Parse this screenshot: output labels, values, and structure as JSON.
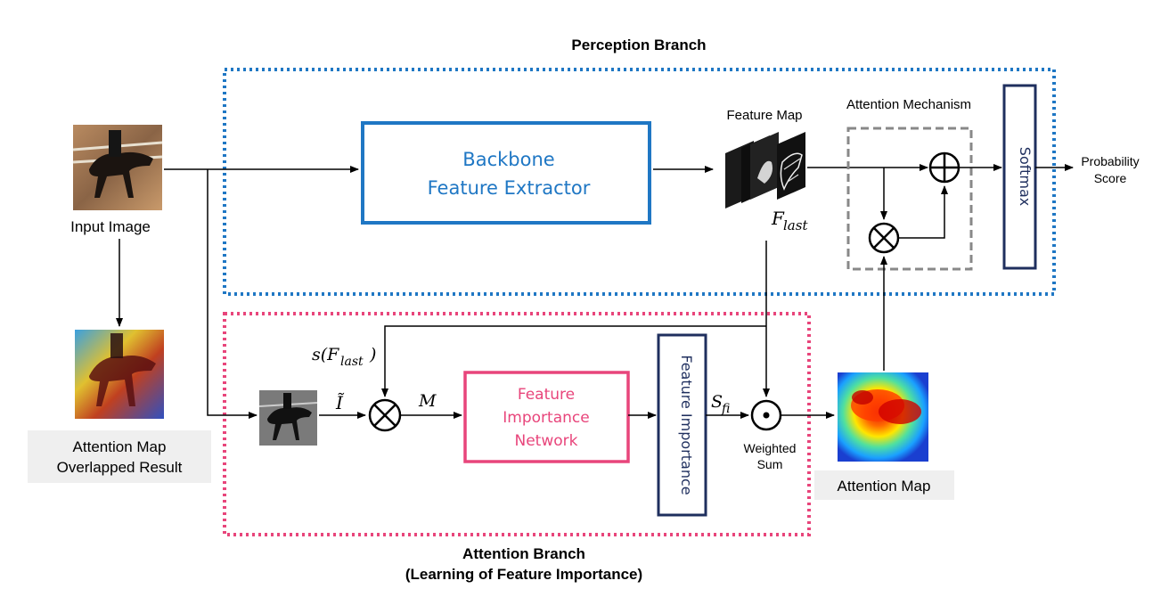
{
  "perception_branch": {
    "title": "Perception Branch",
    "backbone_line1": "Backbone",
    "backbone_line2": "Feature Extractor",
    "feature_map_label": "Feature Map",
    "f_last_main": "F",
    "f_last_sub": "last",
    "attention_mechanism_label": "Attention Mechanism",
    "softmax_label": "Softmax",
    "output_line1": "Probability",
    "output_line2": "Score"
  },
  "input": {
    "label": "Input Image",
    "overlap_line1": "Attention Map",
    "overlap_line2": "Overlapped Result"
  },
  "attention_branch": {
    "title_line1": "Attention Branch",
    "title_line2": "(Learning of Feature Importance)",
    "s_f_last_prefix": "s(F",
    "s_f_last_sub": "last",
    "s_f_last_suffix": ")",
    "i_tilde": "Ĩ",
    "m_label": "M",
    "fin_line1": "Feature",
    "fin_line2": "Importance",
    "fin_line3": "Network",
    "feature_importance_label": "Feature Importance",
    "s_fi_main": "S",
    "s_fi_sub": "fi",
    "weighted_sum_line1": "Weighted",
    "weighted_sum_line2": "Sum",
    "attention_map_label": "Attention Map"
  },
  "colors": {
    "perception_border": "#1f77c4",
    "attention_border": "#e8457b",
    "backbone_border": "#1f77c4",
    "backbone_text": "#1f77c4",
    "fin_border": "#e8457b",
    "fin_text": "#e8457b",
    "navy": "#1f2f5e",
    "mechanism_border": "#888888"
  }
}
